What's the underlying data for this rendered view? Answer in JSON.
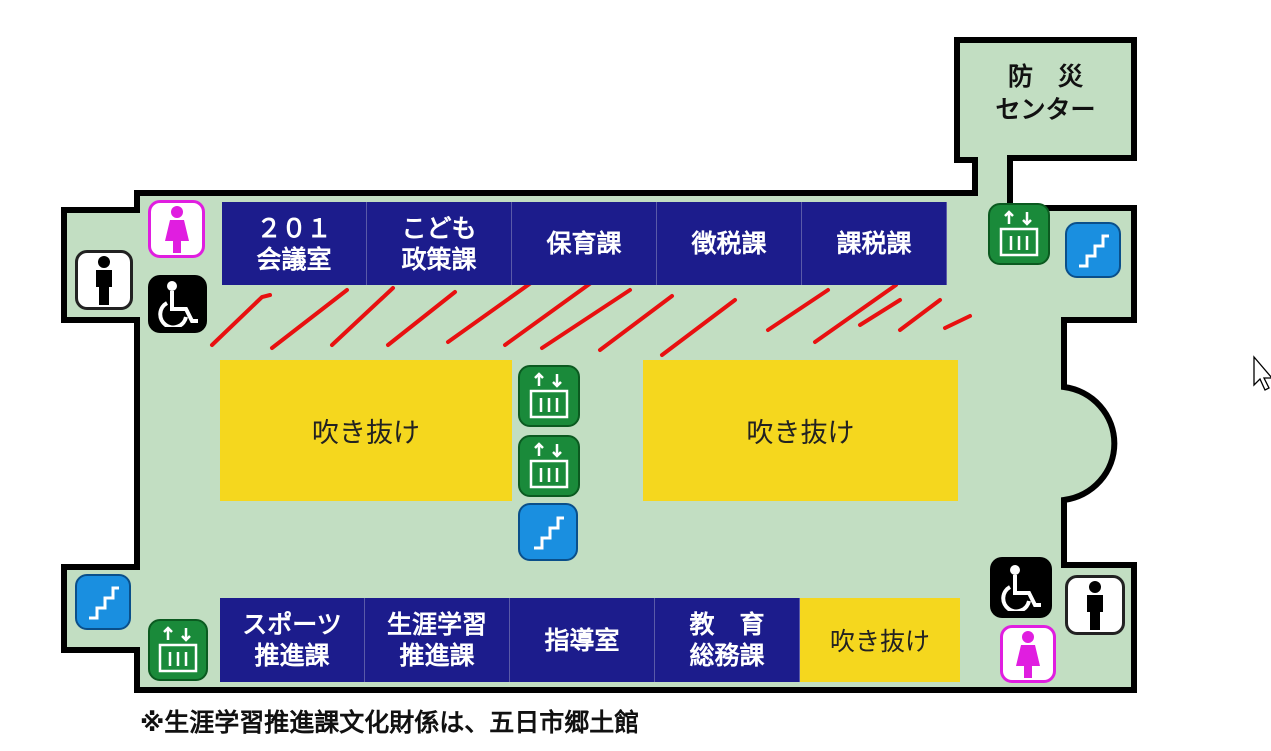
{
  "map": {
    "disaster_center": {
      "line1": "防　災",
      "line2": "センター"
    },
    "top_rooms": [
      {
        "label": "２０１\n会議室"
      },
      {
        "label": "こども\n政策課"
      },
      {
        "label": "保育課"
      },
      {
        "label": "徴税課"
      },
      {
        "label": "課税課"
      }
    ],
    "bottom_rooms": [
      {
        "label": "スポーツ\n推進課"
      },
      {
        "label": "生涯学習\n推進課"
      },
      {
        "label": "指導室"
      },
      {
        "label": "教　育\n総務課"
      }
    ],
    "atriums": [
      "吹き抜け",
      "吹き抜け",
      "吹き抜け"
    ],
    "footnote": "※生涯学習推進課文化財係は、五日市郷土館"
  },
  "colors": {
    "floor": "#c2dec2",
    "room": "#1c1c8c",
    "atrium": "#f5d71e",
    "annotation": "#e81010"
  }
}
